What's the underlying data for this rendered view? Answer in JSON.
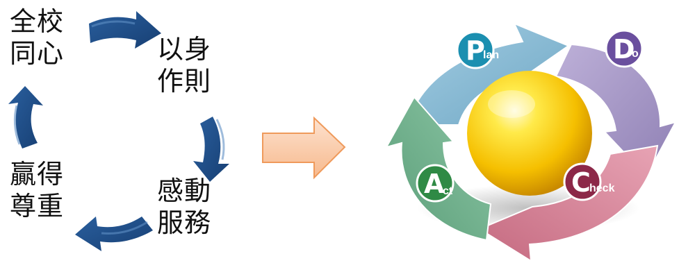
{
  "left_cycle": {
    "stages": [
      {
        "line1": "全校",
        "line2": "同心"
      },
      {
        "line1": "以身",
        "line2": "作則"
      },
      {
        "line1": "感動",
        "line2": "服務"
      },
      {
        "line1": "贏得",
        "line2": "尊重"
      }
    ],
    "arrow_color": "#1f4e8c"
  },
  "connector": {
    "fill_color": "#f9c7a6",
    "stroke_color": "#ef9a5b"
  },
  "pdca": {
    "phases": [
      {
        "letter": "P",
        "suffix": "lan",
        "color": "#86b9d4",
        "badge_color": "#1b8fb0"
      },
      {
        "letter": "D",
        "suffix": "o",
        "color": "#a99bc7",
        "badge_color": "#6a4f9e"
      },
      {
        "letter": "C",
        "suffix": "heck",
        "color": "#d9869a",
        "badge_color": "#8c2848"
      },
      {
        "letter": "A",
        "suffix": "ct",
        "color": "#6eae8a",
        "badge_color": "#2f8a45"
      }
    ],
    "sphere_color": "#f7c600"
  }
}
